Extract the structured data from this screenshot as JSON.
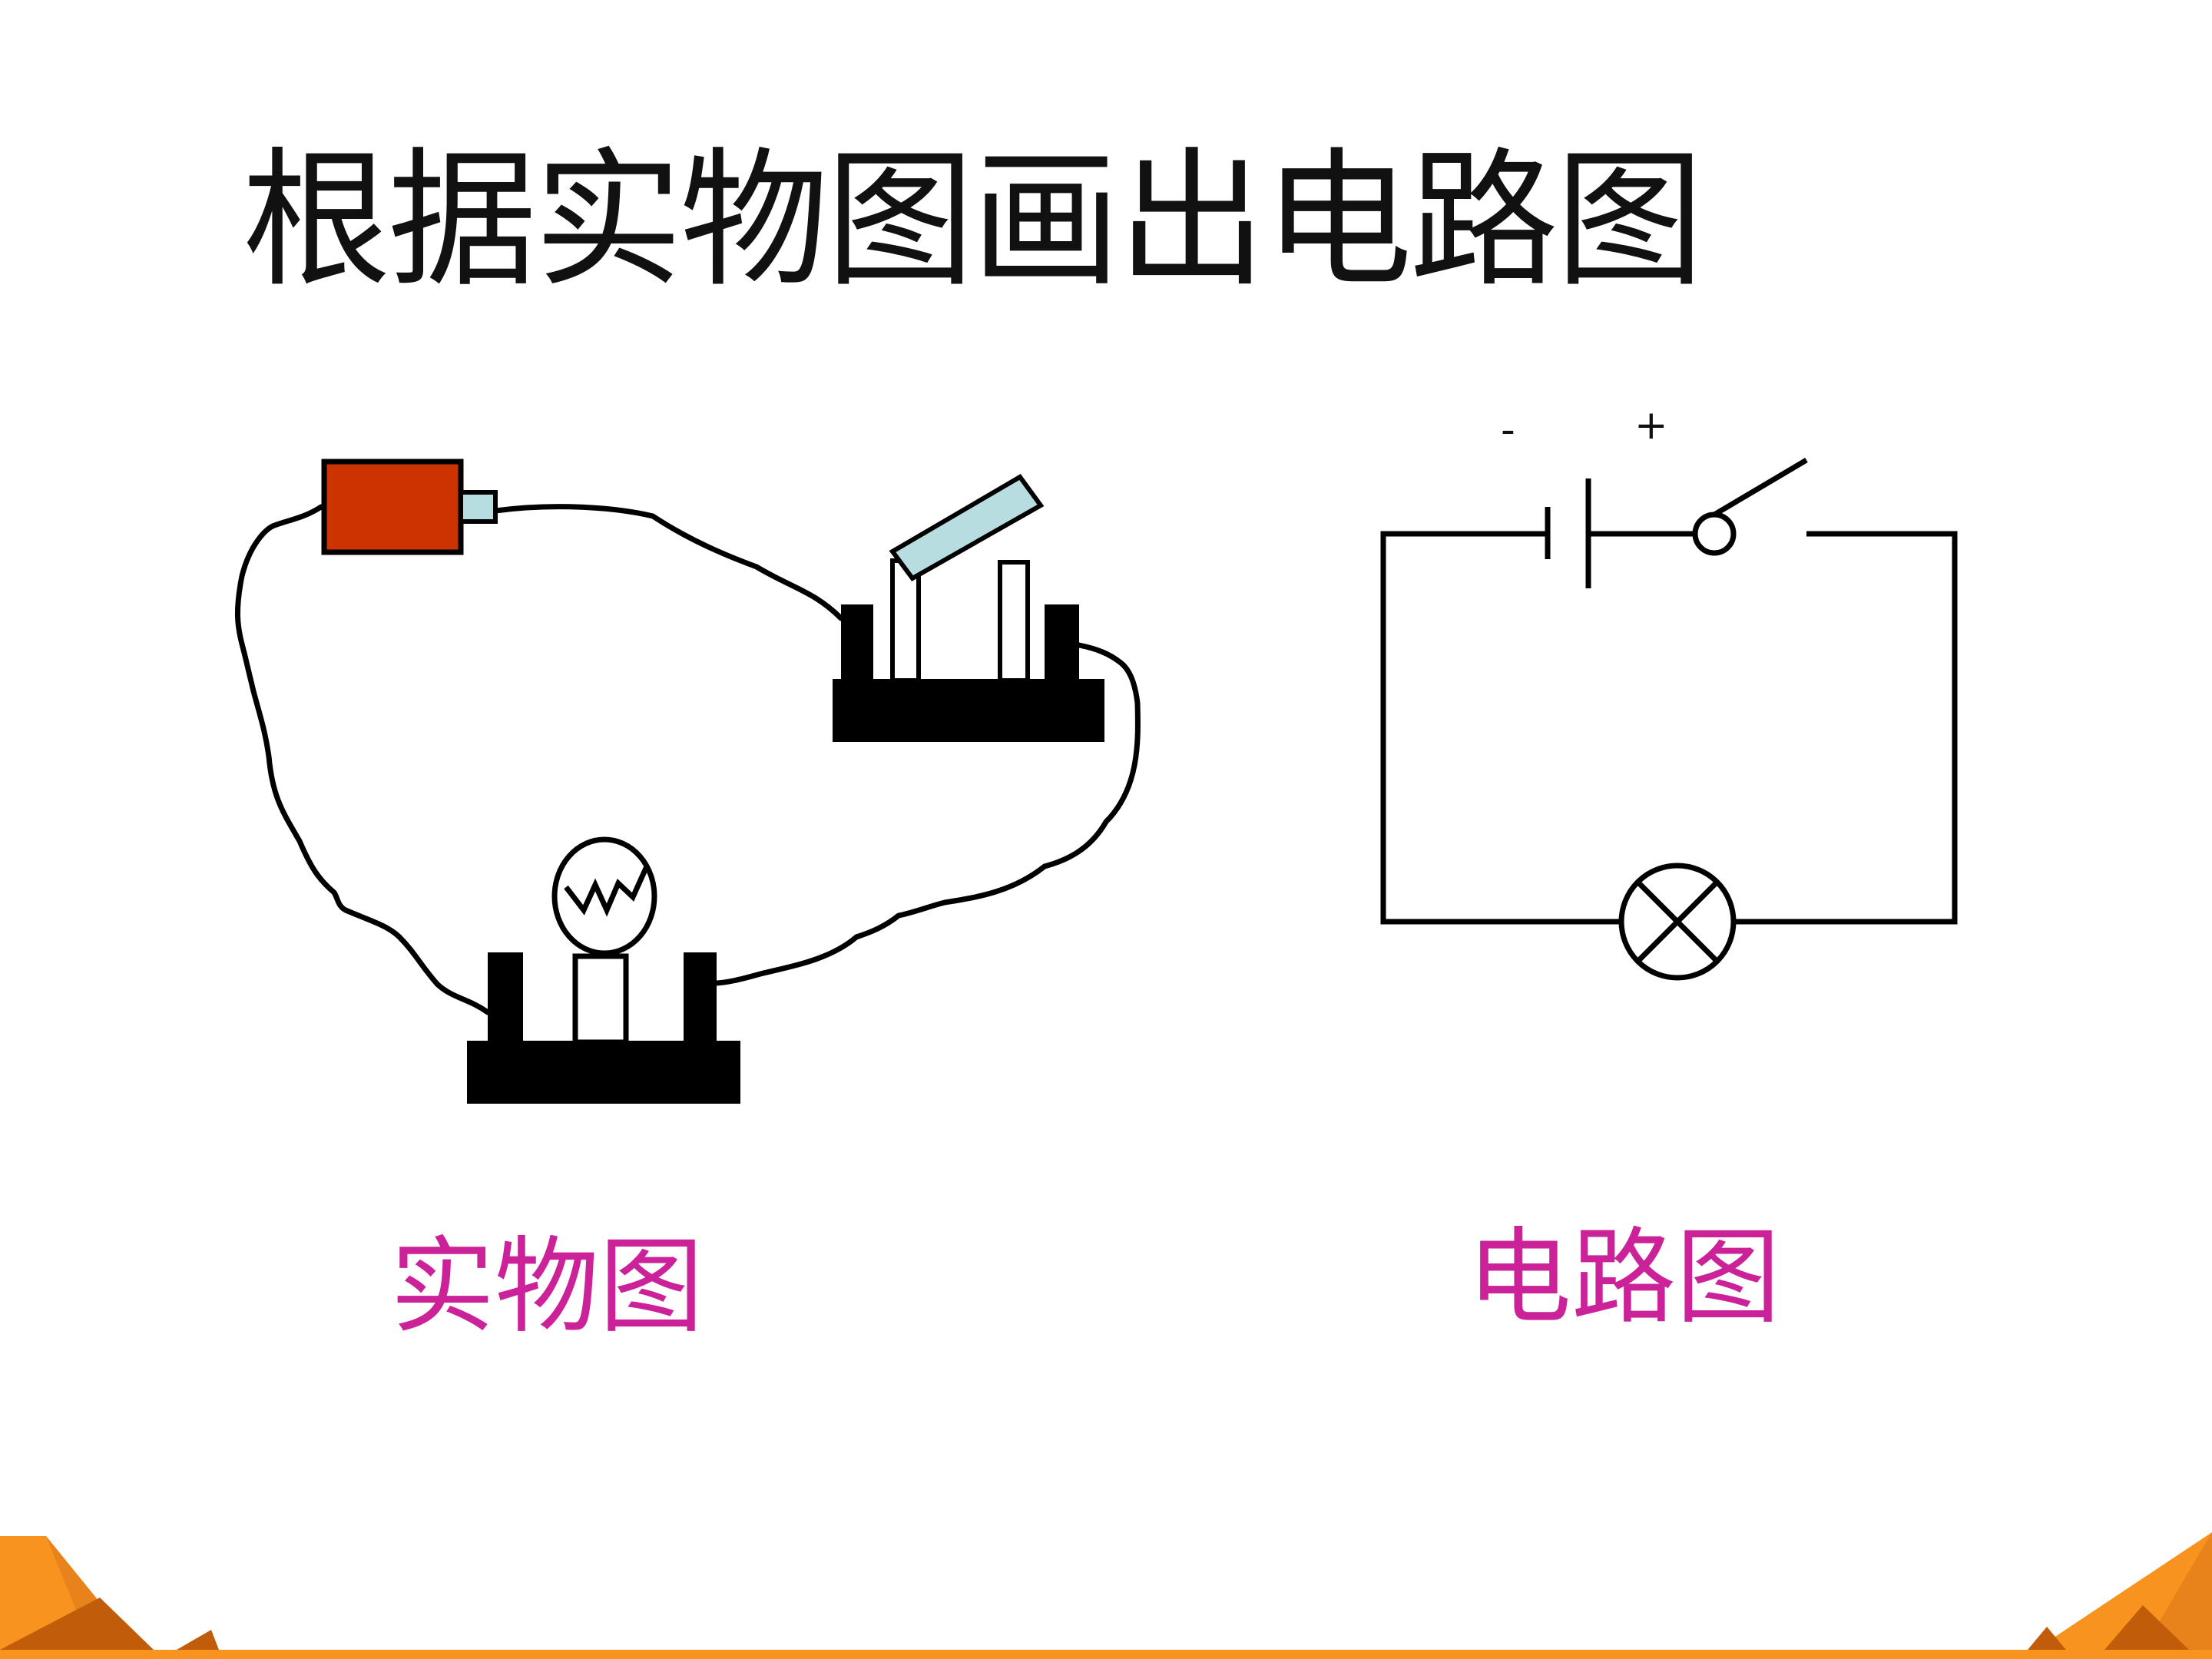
{
  "slide": {
    "title": "根据实物图画出电路图",
    "caption_left": "实物图",
    "caption_right": "电路图",
    "pole_minus": "-",
    "pole_plus": "+"
  },
  "colors": {
    "text": "#111111",
    "caption": "#cc2299",
    "battery_body": "#cc3300",
    "battery_terminal": "#b7dde0",
    "switch_blade": "#b7dde0",
    "line": "#000000",
    "decoration_orange": "#f7931e",
    "decoration_dark": "#c05c0a"
  },
  "icons": {
    "left": [
      "battery-icon",
      "knife-switch-icon",
      "lamp-socket-icon",
      "bulb-icon"
    ],
    "right": [
      "battery-symbol-icon",
      "switch-symbol-icon",
      "lamp-symbol-icon"
    ]
  }
}
